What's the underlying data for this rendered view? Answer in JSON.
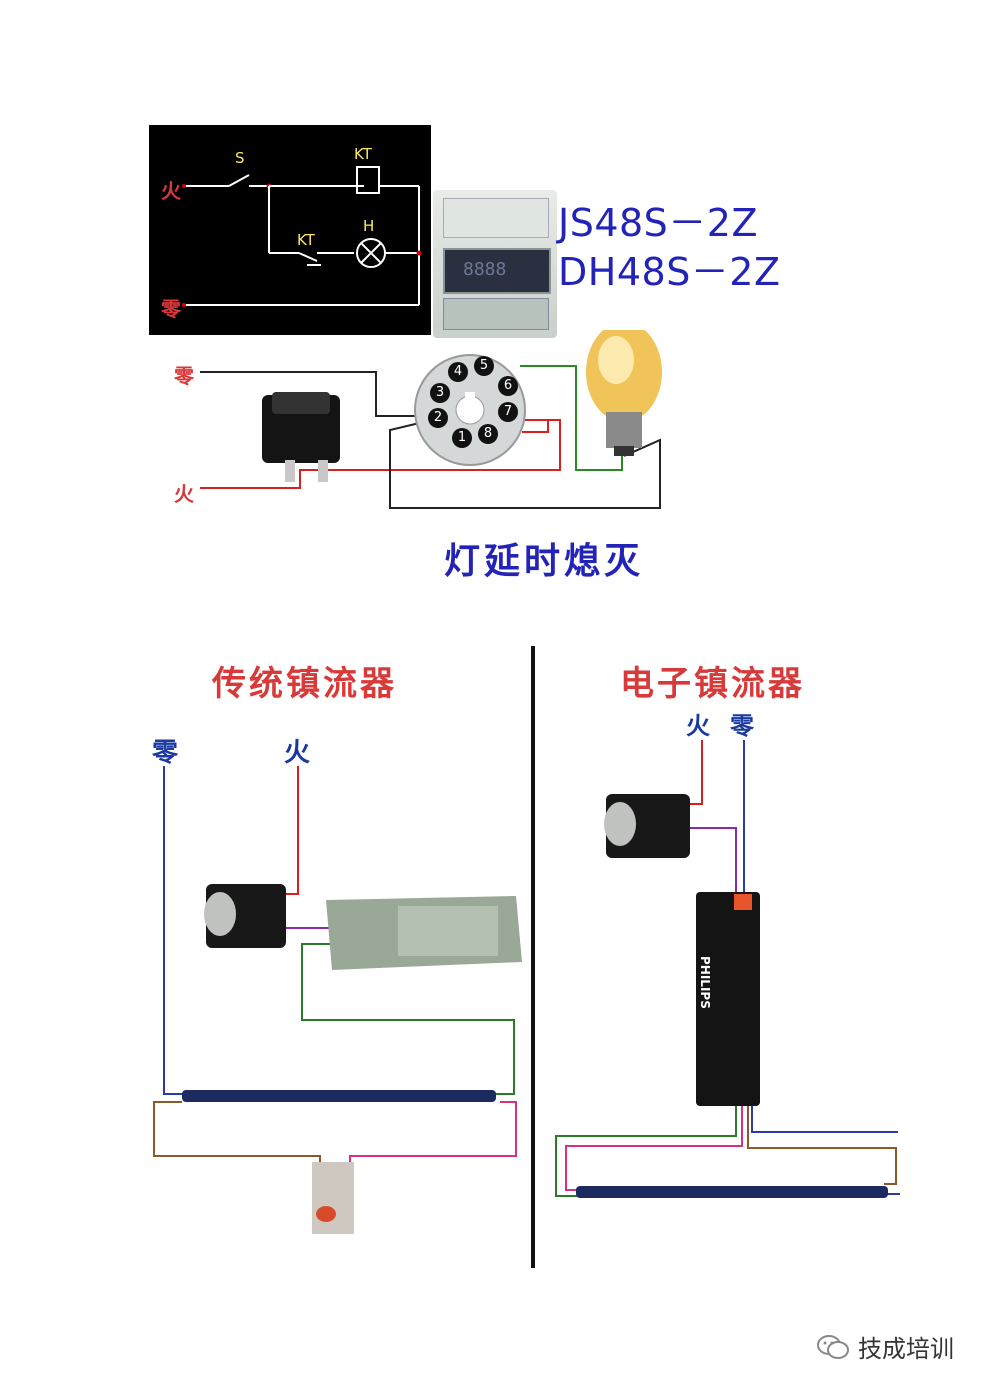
{
  "top": {
    "schematic": {
      "label_fire": "火",
      "label_zero": "零",
      "label_s": "S",
      "label_kt_coil": "KT",
      "label_h": "H",
      "label_kt_contact": "KT"
    },
    "models": [
      "JS48S－2Z",
      "DH48S－2Z"
    ],
    "timer_display": "8888",
    "socket_pins": [
      "1",
      "2",
      "3",
      "4",
      "5",
      "6",
      "7",
      "8"
    ],
    "wire_label_zero": "零",
    "wire_label_fire": "火",
    "caption": "灯延时熄灭"
  },
  "bottom_left": {
    "title": "传统镇流器",
    "label_zero": "零",
    "label_fire": "火"
  },
  "bottom_right": {
    "title": "电子镇流器",
    "label_fire": "火",
    "label_zero": "零",
    "ballast_brand": "PHILIPS"
  },
  "footer": {
    "brand": "技成培训"
  },
  "colors": {
    "wire_red": "#d82020",
    "wire_blue": "#2a3aa8",
    "wire_green": "#2a7a2a",
    "wire_purple": "#8a2aa8",
    "wire_pink": "#d8307a",
    "wire_brown": "#8a5a2a",
    "title_red": "#d83a3a",
    "model_blue": "#2323b8"
  }
}
